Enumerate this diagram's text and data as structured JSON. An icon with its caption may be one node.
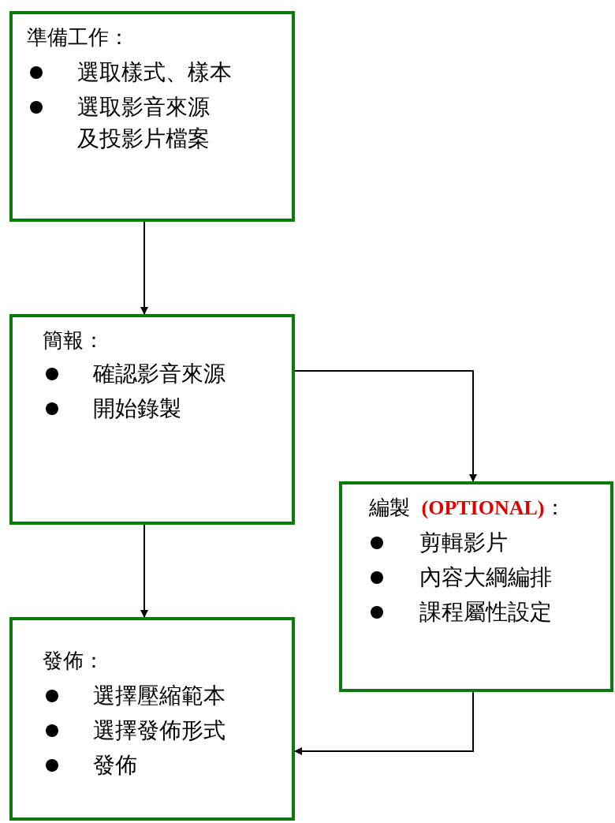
{
  "diagram": {
    "nodes": [
      {
        "text": [
          "準備工作：",
          "選取樣式、樣本",
          "選取影音來源及投影片檔案"
        ]
      },
      {
        "text": [
          "簡報：",
          "確認影音來源",
          "開始錄製"
        ]
      },
      {
        "text": [
          "編製 **(OPTIONAL)**：",
          "剪輯影片",
          "內容大綱編排",
          "課程屬性設定"
        ]
      },
      {
        "text": [
          "發佈：",
          "選擇壓縮範本",
          "選擇發佈形式",
          "發佈"
        ]
      }
    ],
    "edges": [
      {
        "from": 0,
        "to": 1,
        "arrow": "to"
      },
      {
        "from": 1,
        "to": 2,
        "arrow": "to"
      },
      {
        "from": 1,
        "to": 3,
        "arrow": "to"
      },
      {
        "from": 2,
        "to": 3,
        "arrow": "to"
      }
    ]
  }
}
